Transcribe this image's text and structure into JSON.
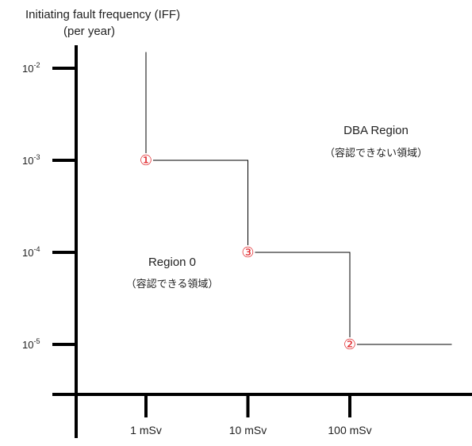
{
  "chart_data": {
    "type": "line",
    "title": "",
    "ylabel": "Initiating fault frequency (IFF)",
    "ylabel_unit": "(per year)",
    "xlabel": "",
    "y_scale": "log",
    "x_scale": "log",
    "y_ticks": [
      {
        "value": 0.01,
        "base": "10",
        "exp": "-2"
      },
      {
        "value": 0.001,
        "base": "10",
        "exp": "-3"
      },
      {
        "value": 0.0001,
        "base": "10",
        "exp": "-4"
      },
      {
        "value": 1e-05,
        "base": "10",
        "exp": "-5"
      }
    ],
    "x_ticks": [
      {
        "value": 1,
        "label": "1 mSv"
      },
      {
        "value": 10,
        "label": "10 mSv"
      },
      {
        "value": 100,
        "label": "100 mSv"
      }
    ],
    "grid": false,
    "series": [
      {
        "color": "#000000",
        "points": [
          {
            "x": 1,
            "y": 0.015
          },
          {
            "x": 1,
            "y": 0.001
          },
          {
            "x": 10,
            "y": 0.001
          },
          {
            "x": 10,
            "y": 0.0001
          },
          {
            "x": 100,
            "y": 0.0001
          },
          {
            "x": 100,
            "y": 1e-05
          },
          {
            "x": 1000,
            "y": 1e-05
          }
        ]
      }
    ],
    "markers": [
      {
        "label": "①",
        "x": 1,
        "y": 0.001,
        "color": "#e0262a"
      },
      {
        "label": "③",
        "x": 10,
        "y": 0.0001,
        "color": "#e0262a"
      },
      {
        "label": "②",
        "x": 100,
        "y": 1e-05,
        "color": "#e0262a"
      }
    ],
    "annotations": [
      {
        "key": "dba",
        "title": "DBA Region",
        "subtitle": "（容認できない領域）"
      },
      {
        "key": "region0",
        "title": "Region 0",
        "subtitle": "（容認できる領域）"
      }
    ]
  }
}
